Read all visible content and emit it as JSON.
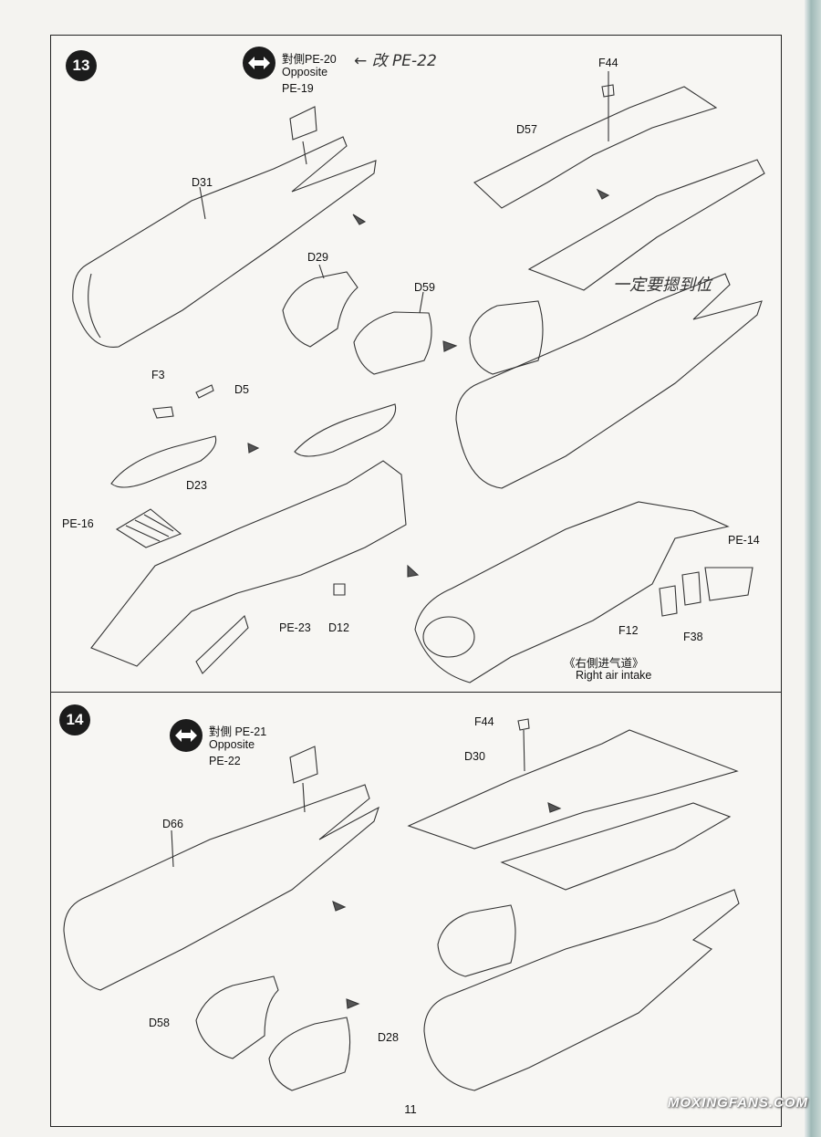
{
  "page_number": "11",
  "watermark": "MOXINGFANS.COM",
  "step13": {
    "number": "13",
    "opposite_cn": "對側PE-20",
    "opposite_en": "Opposite",
    "opposite_part": "PE-19",
    "handwritten_note": "← 改 PE-22",
    "handwritten_note2": "一定要摁到位",
    "labels": {
      "F44": "F44",
      "D57": "D57",
      "D31": "D31",
      "D29": "D29",
      "D59": "D59",
      "F3": "F3",
      "D5": "D5",
      "D23": "D23",
      "PE16": "PE-16",
      "PE23": "PE-23",
      "D12": "D12",
      "PE14": "PE-14",
      "F12": "F12",
      "F38": "F38"
    },
    "caption_cn": "《右側进气道》",
    "caption_en": "Right air intake"
  },
  "step14": {
    "number": "14",
    "opposite_cn": "對側 PE-21",
    "opposite_en": "Opposite",
    "opposite_part": "PE-22",
    "labels": {
      "F44": "F44",
      "D30": "D30",
      "D66": "D66",
      "D58": "D58",
      "D28": "D28"
    }
  }
}
